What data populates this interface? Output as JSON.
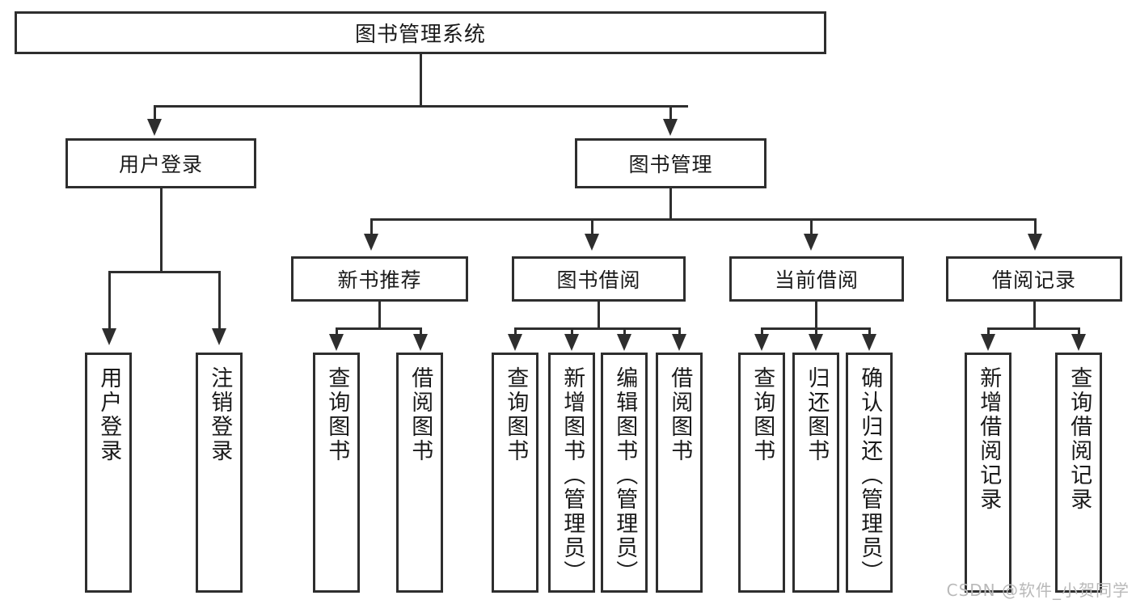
{
  "diagram": {
    "title": "图书管理系统",
    "type": "tree-hierarchy-chart",
    "root": {
      "label": "图书管理系统"
    },
    "level2": [
      {
        "label": "用户登录"
      },
      {
        "label": "图书管理"
      }
    ],
    "level3": [
      {
        "label": "新书推荐"
      },
      {
        "label": "图书借阅"
      },
      {
        "label": "当前借阅"
      },
      {
        "label": "借阅记录"
      }
    ],
    "leaves": {
      "user_login": [
        {
          "label": "用户登录"
        },
        {
          "label": "注销登录"
        }
      ],
      "new_book_recommend": [
        {
          "label": "查询图书"
        },
        {
          "label": "借阅图书"
        }
      ],
      "book_borrow": [
        {
          "label": "查询图书"
        },
        {
          "label": "新增图书（管理员）"
        },
        {
          "label": "编辑图书（管理员）"
        },
        {
          "label": "借阅图书"
        }
      ],
      "current_borrow": [
        {
          "label": "查询图书"
        },
        {
          "label": "归还图书"
        },
        {
          "label": "确认归还（管理员）"
        }
      ],
      "borrow_record": [
        {
          "label": "新增借阅记录"
        },
        {
          "label": "查询借阅记录"
        }
      ]
    }
  },
  "watermark": {
    "text": "CSDN @软件_小贺同学"
  },
  "colors": {
    "stroke": "#2e2e2e",
    "background": "#ffffff",
    "text": "#1a1a1a",
    "watermark": "#b9b9b9"
  }
}
